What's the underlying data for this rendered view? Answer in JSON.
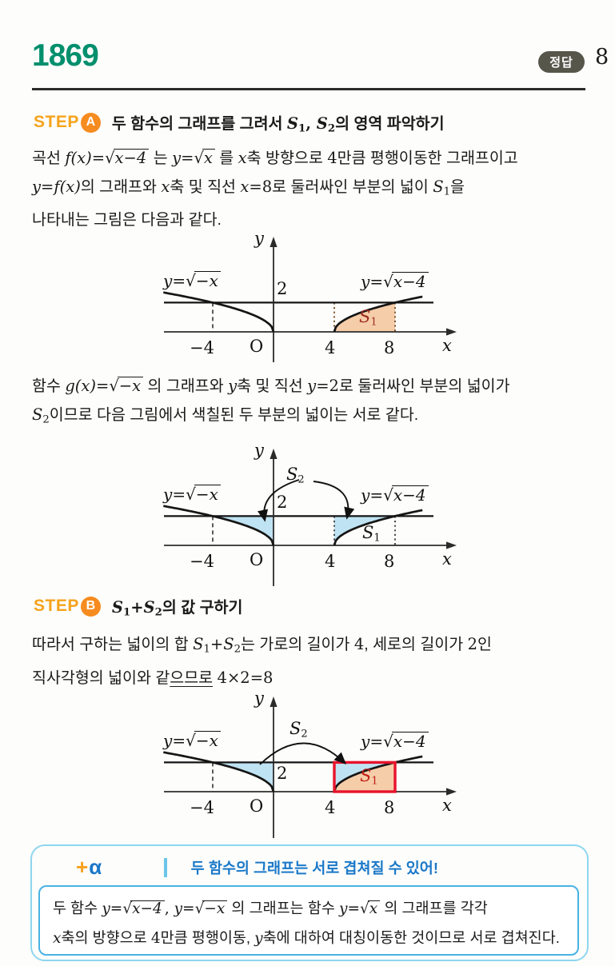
{
  "page": {
    "problem_number": "1869",
    "answer_badge": "정답",
    "answer_value": "8"
  },
  "colors": {
    "accent_green": "#008f6d",
    "badge_bg": "#56564b",
    "step_orange": "#f5a31c",
    "step_badge_orange": "#f68b1f",
    "region_orange": "#f6cda9",
    "region_blue": "#bfe3f2",
    "rect_red": "#e8132c",
    "box_border_outer": "#8ed6ef",
    "box_border_inner": "#49b2e3",
    "box_blue_text": "#1a78c8"
  },
  "steps": {
    "a": {
      "step_label": "STEP",
      "badge": "A",
      "title": [
        {
          "t": "두 함수의 그래프를 그려서 "
        },
        {
          "m": "S"
        },
        {
          "sb": "1"
        },
        {
          "n": ", "
        },
        {
          "m": "S"
        },
        {
          "sb": "2"
        },
        {
          "t": "의 영역 파악하기"
        }
      ]
    },
    "b": {
      "step_label": "STEP",
      "badge": "B",
      "title": [
        {
          "m": "S"
        },
        {
          "sb": "1"
        },
        {
          "n": "+"
        },
        {
          "m": "S"
        },
        {
          "sb": "2"
        },
        {
          "t": "의 값 구하기"
        }
      ]
    }
  },
  "paragraphs": {
    "p1": [
      {
        "t": "곡선 "
      },
      {
        "m": "f(x)="
      },
      {
        "r": "x−4"
      },
      {
        "t": " 는 "
      },
      {
        "m": "y"
      },
      {
        "n": "="
      },
      {
        "r": "x"
      },
      {
        "t": " 를 "
      },
      {
        "m": "x"
      },
      {
        "t": "축 방향으로 "
      },
      {
        "n": "4"
      },
      {
        "t": "만큼 평행이동한 그래프이고"
      },
      {
        "br": true
      },
      {
        "m": "y"
      },
      {
        "n": "="
      },
      {
        "m": "f(x)"
      },
      {
        "t": "의 그래프와 "
      },
      {
        "m": "x"
      },
      {
        "t": "축 및 직선 "
      },
      {
        "m": "x"
      },
      {
        "n": "=8"
      },
      {
        "t": "로 둘러싸인 부분의 넓이 "
      },
      {
        "m": "S"
      },
      {
        "sb": "1"
      },
      {
        "t": "을"
      },
      {
        "br": true
      },
      {
        "t": "나타내는 그림은 다음과 같다."
      }
    ],
    "p2": [
      {
        "t": "함수 "
      },
      {
        "m": "g(x)="
      },
      {
        "r": "−x"
      },
      {
        "t": " 의 그래프와 "
      },
      {
        "m": "y"
      },
      {
        "t": "축 및 직선 "
      },
      {
        "m": "y"
      },
      {
        "n": "=2"
      },
      {
        "t": "로 둘러싸인 부분의 넓이가"
      },
      {
        "br": true
      },
      {
        "m": "S"
      },
      {
        "sb": "2"
      },
      {
        "t": "이므로 다음 그림에서 색칠된 두 부분의 넓이는 서로 같다."
      }
    ],
    "p3": [
      {
        "t": "따라서 구하는 넓이의 합 "
      },
      {
        "m": "S"
      },
      {
        "sb": "1"
      },
      {
        "n": "+"
      },
      {
        "m": "S"
      },
      {
        "sb": "2"
      },
      {
        "t": "는 가로의 길이가 "
      },
      {
        "n": "4"
      },
      {
        "t": ",  세로의 길이가 "
      },
      {
        "n": "2"
      },
      {
        "t": "인"
      },
      {
        "br": true
      },
      {
        "t": "직사각형의 넓이와 같"
      },
      {
        "t": "으므로",
        "u": true
      },
      {
        "t": " "
      },
      {
        "n": "4×2=8"
      }
    ]
  },
  "figure_labels": {
    "y_axis": [
      {
        "m": "y"
      }
    ],
    "x_axis": [
      {
        "m": "x"
      }
    ],
    "origin": [
      {
        "n": "O"
      }
    ],
    "two": [
      {
        "n": "2"
      }
    ],
    "minus4": [
      {
        "n": "−4"
      }
    ],
    "four": [
      {
        "n": "4"
      }
    ],
    "eight": [
      {
        "n": "8"
      }
    ],
    "s1": [
      {
        "m": "S"
      },
      {
        "sb": "1"
      }
    ],
    "s2": [
      {
        "m": "S"
      },
      {
        "sb": "2"
      }
    ],
    "left_curve": [
      {
        "m": "y"
      },
      {
        "n": "="
      },
      {
        "r": "−x"
      }
    ],
    "right_curve": [
      {
        "m": "y"
      },
      {
        "n": "="
      },
      {
        "r": "x−4"
      }
    ]
  },
  "plus_box": {
    "plus": "+",
    "alpha": "α",
    "title": "두 함수의 그래프는 서로 겹쳐질 수 있어!",
    "body": [
      {
        "t": "두 함수 "
      },
      {
        "m": "y"
      },
      {
        "n": "="
      },
      {
        "r": "x−4"
      },
      {
        "n": ", "
      },
      {
        "m": "y"
      },
      {
        "n": "="
      },
      {
        "r": "−x"
      },
      {
        "t": " 의 그래프는 함수 "
      },
      {
        "m": "y"
      },
      {
        "n": "="
      },
      {
        "r": "x"
      },
      {
        "t": " 의 그래프를 각각"
      },
      {
        "br": true
      },
      {
        "m": "x"
      },
      {
        "t": "축의 방향으로 "
      },
      {
        "n": "4"
      },
      {
        "t": "만큼 평행이동, "
      },
      {
        "m": "y"
      },
      {
        "t": "축에 대하여 대칭이동한 것이므로 서로 겹쳐진다."
      }
    ]
  }
}
